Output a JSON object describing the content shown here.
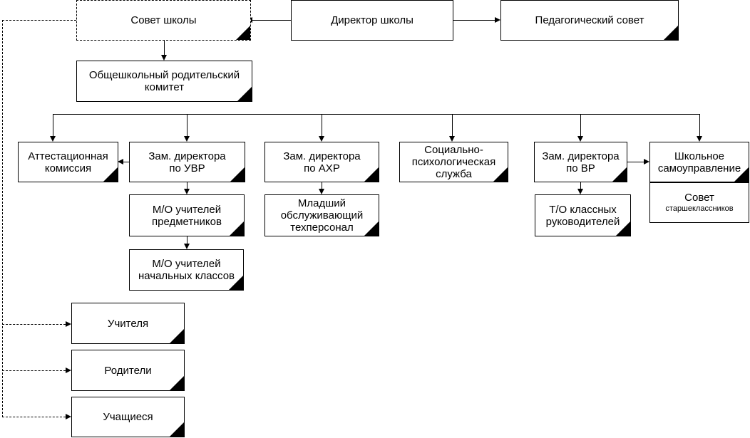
{
  "boxes": {
    "school_council": "Совет школы",
    "director": "Директор школы",
    "pedagogical_council": "Педагогический совет",
    "parent_committee_l1": "Общешкольный родительский",
    "parent_committee_l2": "комитет",
    "attestation_l1": "Аттестационная",
    "attestation_l2": "комиссия",
    "deputy_uvr_l1": "Зам. директора",
    "deputy_uvr_l2": "по УВР",
    "deputy_ahr_l1": "Зам. директора",
    "deputy_ahr_l2": "по АХР",
    "social_service_l1": "Социально-",
    "social_service_l2": "психологическая",
    "social_service_l3": "служба",
    "deputy_vr_l1": "Зам. директора",
    "deputy_vr_l2": "по ВР",
    "self_government_l1": "Школьное",
    "self_government_l2": "самоуправление",
    "senior_council_l1": "Совет",
    "senior_council_l2": "старшеклассников",
    "mo_subject_l1": "М/О учителей",
    "mo_subject_l2": "предметников",
    "mo_primary_l1": "М/О учителей",
    "mo_primary_l2": "начальных классов",
    "junior_staff_l1": "Младший",
    "junior_staff_l2": "обслуживающий",
    "junior_staff_l3": "техперсонал",
    "to_class_l1": "Т/О классных",
    "to_class_l2": "руководителей",
    "teachers": "Учителя",
    "parents": "Родители",
    "students": "Учащиеся"
  }
}
